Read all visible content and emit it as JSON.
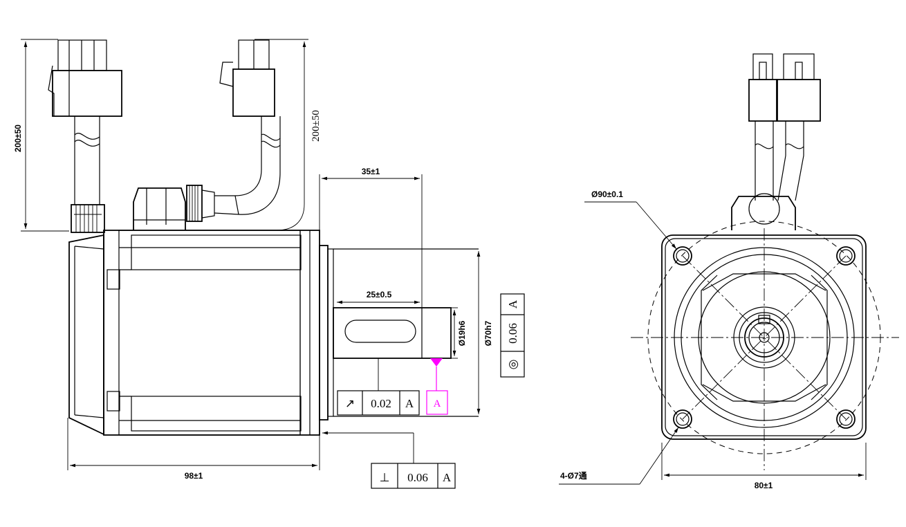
{
  "drawing": {
    "side_view": {
      "cable_length_left": "200±50",
      "cable_length_right": "200±50",
      "shaft_extension": "35±1",
      "key_length": "25±0.5",
      "shaft_diameter": "Ø19h6",
      "pilot_diameter": "Ø70h7",
      "body_length": "98±1"
    },
    "flange_view": {
      "bolt_circle": "Ø90±0.1",
      "mount_holes": "4-Ø7通",
      "flange_width": "80±1"
    },
    "tolerances": {
      "runout": {
        "symbol": "↗",
        "value": "0.02",
        "datum": "A"
      },
      "datum_label": "A",
      "perpendicularity": {
        "symbol": "⊥",
        "value": "0.06",
        "datum": "A"
      },
      "concentricity": {
        "symbol": "◎",
        "value": "0.06",
        "datum": "A"
      }
    }
  }
}
